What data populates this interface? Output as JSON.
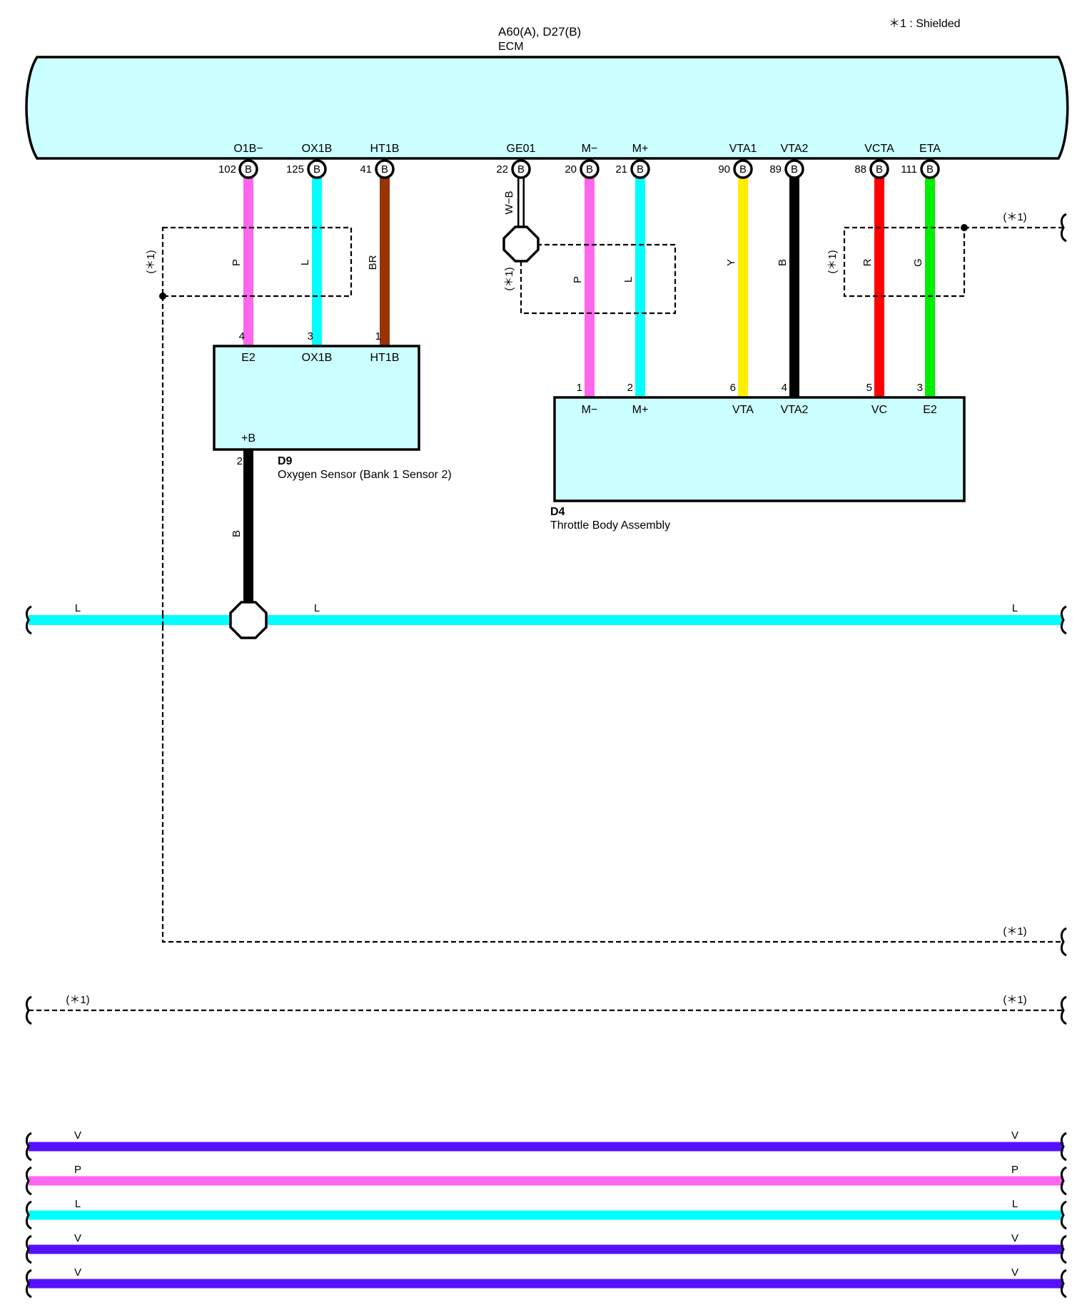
{
  "legend": {
    "shielded_note": "＊1 : Shielded"
  },
  "ecm": {
    "connector": "A60(A), D27(B)",
    "name": "ECM",
    "terminals": [
      {
        "name": "O1B−",
        "pin": "102",
        "conn": "B"
      },
      {
        "name": "OX1B",
        "pin": "125",
        "conn": "B"
      },
      {
        "name": "HT1B",
        "pin": "41",
        "conn": "B"
      },
      {
        "name": "GE01",
        "pin": "22",
        "conn": "B"
      },
      {
        "name": "M−",
        "pin": "20",
        "conn": "B"
      },
      {
        "name": "M+",
        "pin": "21",
        "conn": "B"
      },
      {
        "name": "VTA1",
        "pin": "90",
        "conn": "B"
      },
      {
        "name": "VTA2",
        "pin": "89",
        "conn": "B"
      },
      {
        "name": "VCTA",
        "pin": "88",
        "conn": "B"
      },
      {
        "name": "ETA",
        "pin": "111",
        "conn": "B"
      }
    ]
  },
  "wires": {
    "o1b": {
      "code": "P",
      "color": "#ff66ee"
    },
    "ox1b": {
      "code": "L",
      "color": "#00ffff"
    },
    "ht1b": {
      "code": "BR",
      "color": "#993300"
    },
    "ge01": {
      "code": "W−B",
      "color": "#ffffff"
    },
    "mminus": {
      "code": "P",
      "color": "#ff66ee"
    },
    "mplus": {
      "code": "L",
      "color": "#00ffff"
    },
    "vta1": {
      "code": "Y",
      "color": "#ffee00"
    },
    "vta2": {
      "code": "B",
      "color": "#000000"
    },
    "vcta": {
      "code": "R",
      "color": "#ff0000"
    },
    "eta": {
      "code": "G",
      "color": "#00ee00"
    },
    "d9_power": {
      "code": "B",
      "color": "#000000"
    }
  },
  "shield_label": "(＊1)",
  "d9": {
    "id": "D9",
    "name": "Oxygen Sensor (Bank 1 Sensor 2)",
    "terminals": [
      {
        "name": "E2",
        "pin": "4"
      },
      {
        "name": "OX1B",
        "pin": "3"
      },
      {
        "name": "HT1B",
        "pin": "1"
      }
    ],
    "power": {
      "name": "+B",
      "pin": "2"
    }
  },
  "d4": {
    "id": "D4",
    "name": "Throttle Body Assembly",
    "terminals": [
      {
        "name": "M−",
        "pin": "1"
      },
      {
        "name": "M+",
        "pin": "2"
      },
      {
        "name": "VTA",
        "pin": "6"
      },
      {
        "name": "VTA2",
        "pin": "4"
      },
      {
        "name": "VC",
        "pin": "5"
      },
      {
        "name": "E2",
        "pin": "3"
      }
    ]
  },
  "bus_l": {
    "code": "L",
    "color": "#00ffff"
  },
  "bottom_wires": [
    {
      "code": "V",
      "color": "#5511ff"
    },
    {
      "code": "P",
      "color": "#ff66ee"
    },
    {
      "code": "L",
      "color": "#00ffff"
    },
    {
      "code": "V",
      "color": "#5511ff"
    },
    {
      "code": "V",
      "color": "#5511ff"
    }
  ]
}
